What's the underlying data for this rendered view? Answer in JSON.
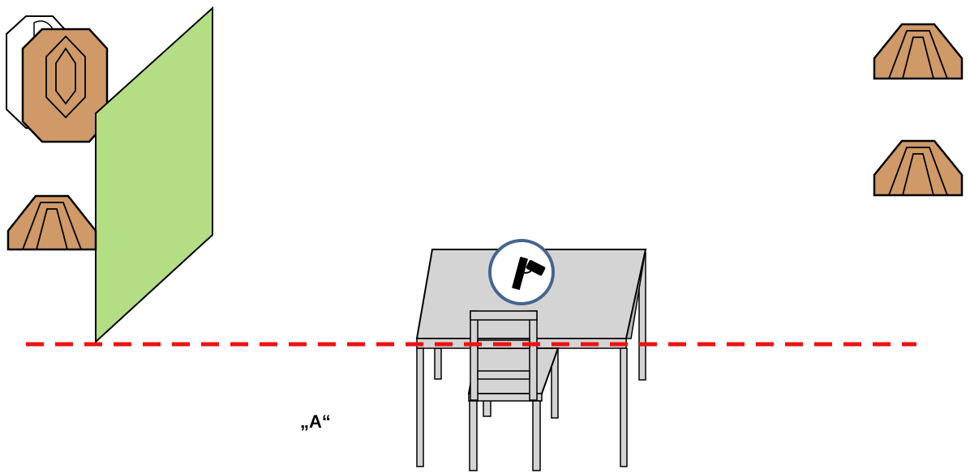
{
  "stage": {
    "position_label": "„A“",
    "colors": {
      "target_fill": "#cf9a68",
      "target_stroke": "#000000",
      "no_shoot_fill": "#ffffff",
      "wall_fill": "#b3de84",
      "table_fill": "#d4d4d4",
      "fault_line": "#ee1111",
      "gun_ring": "#46648f"
    },
    "icons": {
      "gun": "pistol-icon"
    },
    "elements": {
      "left_targets": "octagon-steel-targets",
      "wall": "green-vision-barrier",
      "table": "shooting-table",
      "chair": "chair",
      "fault_line": "fault-line-dashed"
    }
  }
}
